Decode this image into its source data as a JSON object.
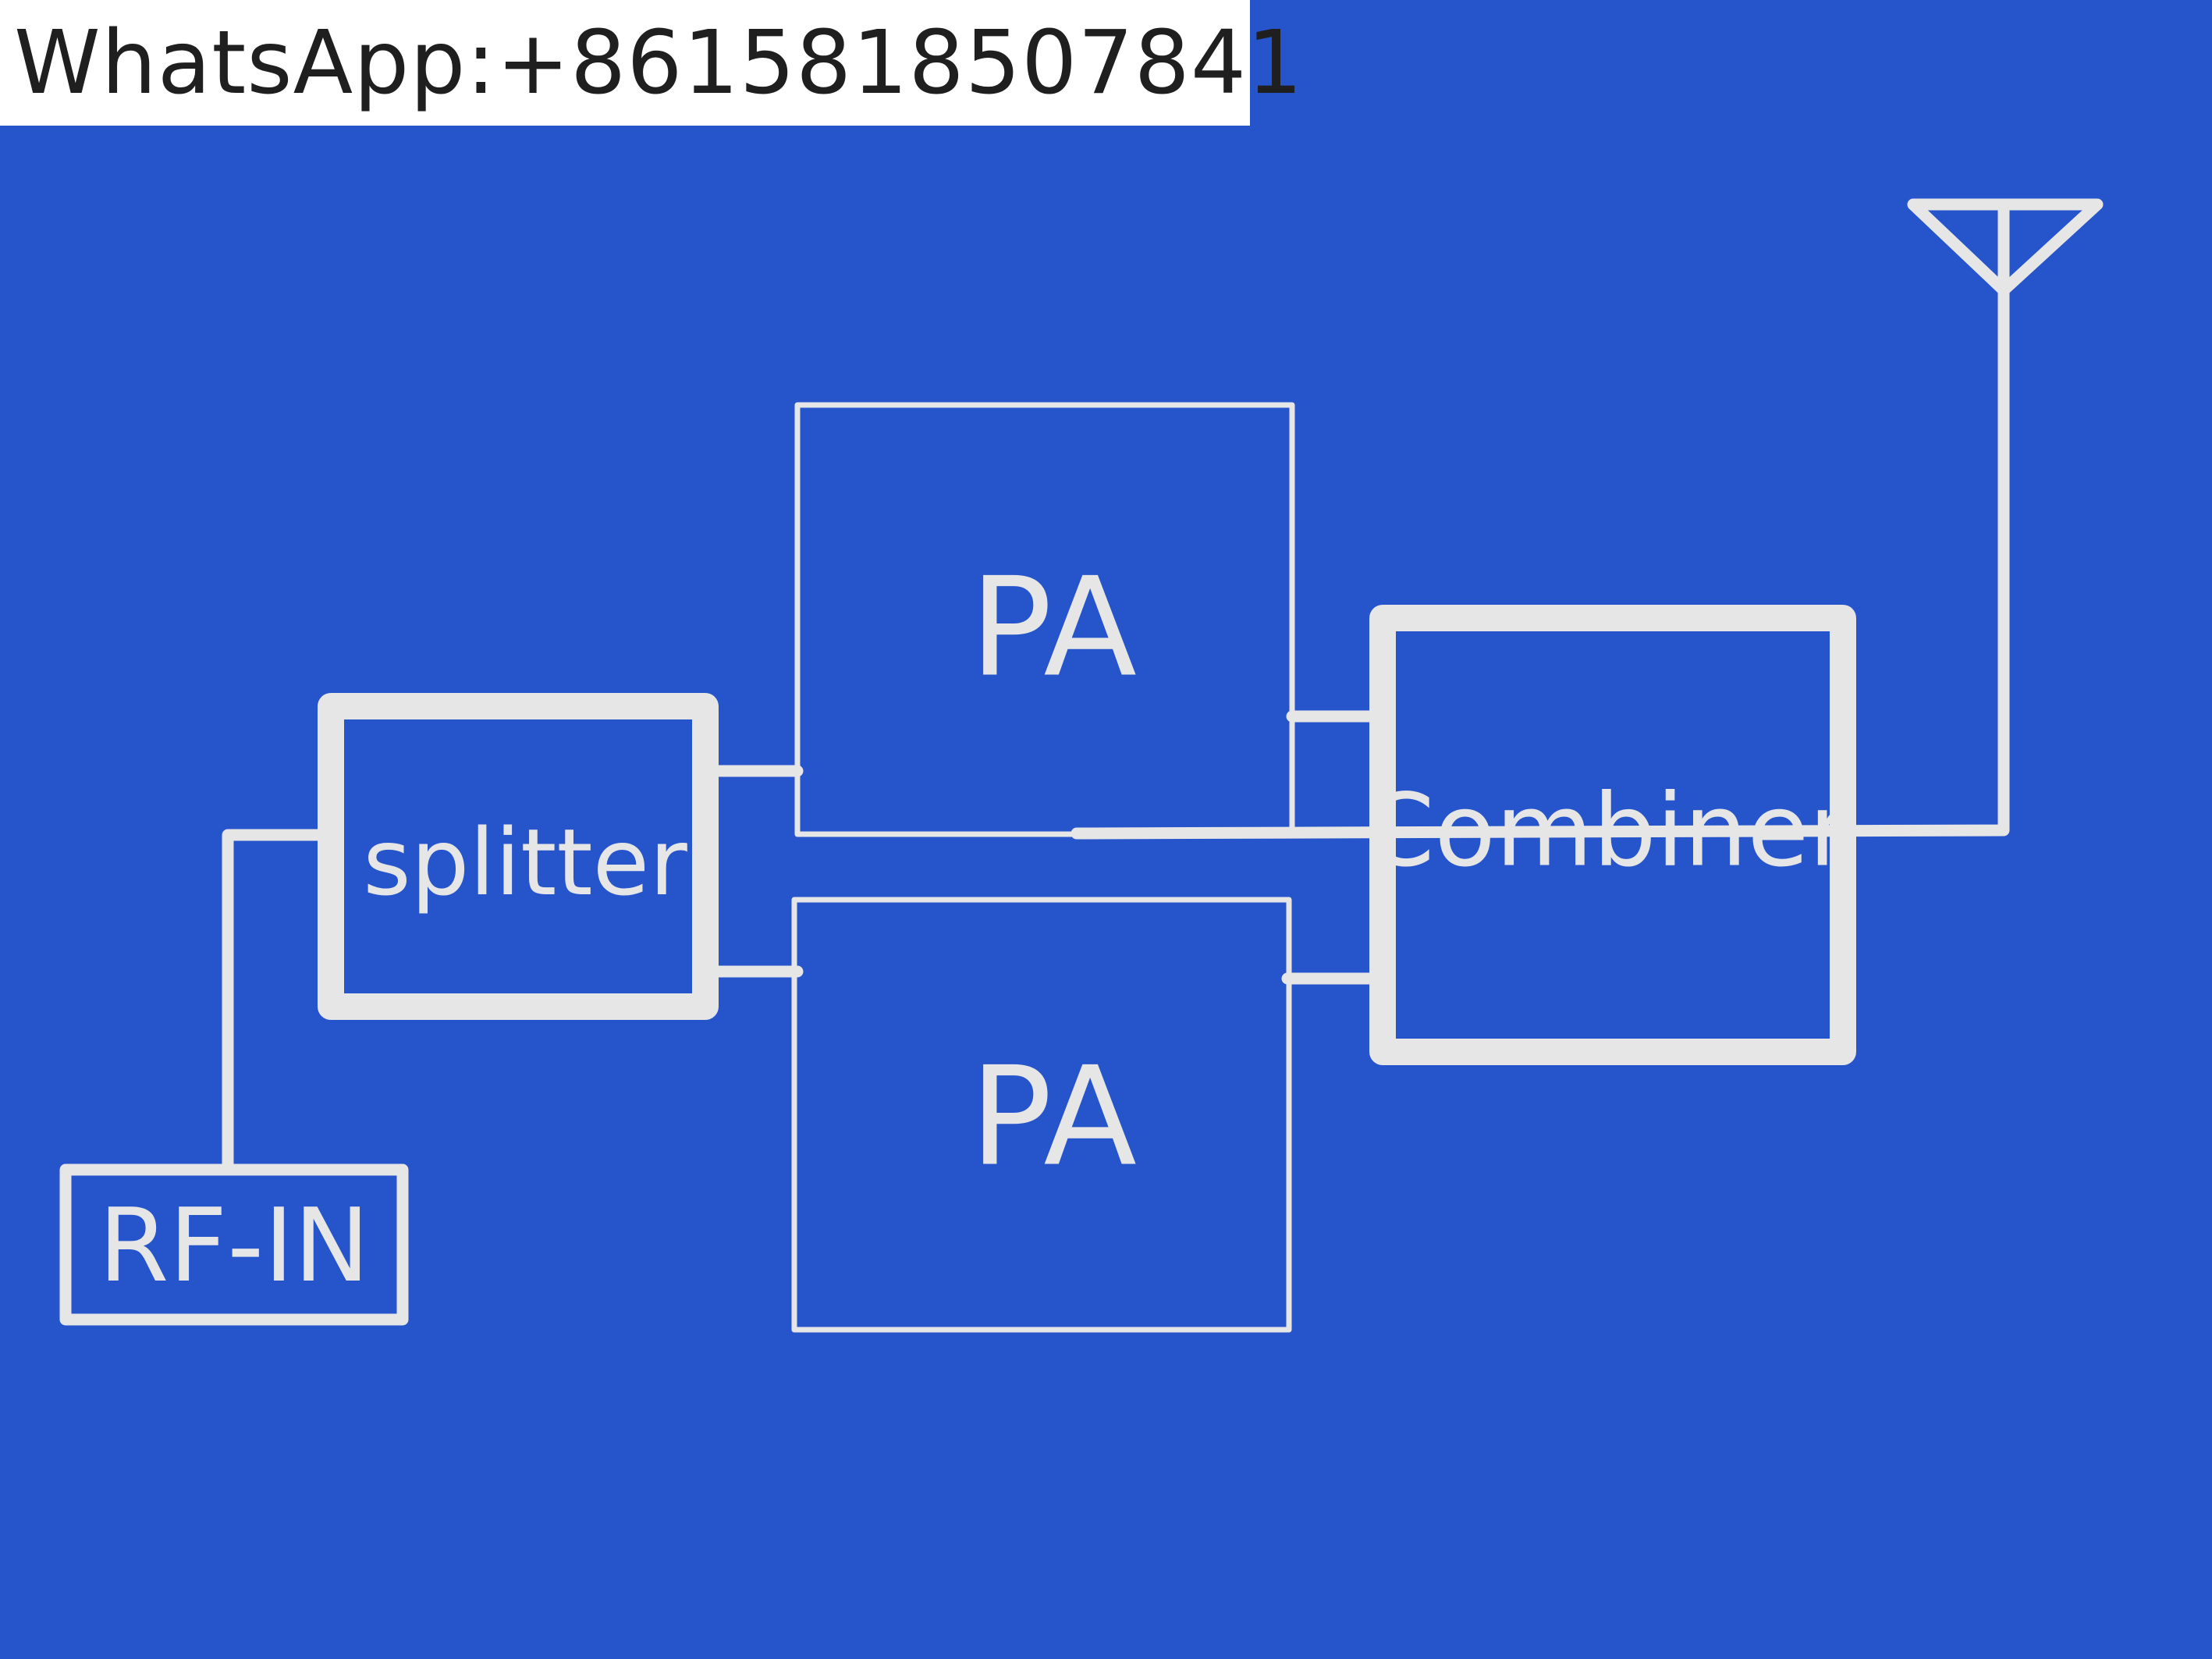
{
  "banner": {
    "text": "WhatsApp:+8615818507841"
  },
  "diagram": {
    "blocks": {
      "rf_in": "RF-IN",
      "splitter": "splitter",
      "pa_top": "PA",
      "pa_bottom": "PA",
      "combiner": "Combiner"
    }
  },
  "colors": {
    "background": "#2554cb",
    "line": "#e6e6e6",
    "banner_bg": "#ffffff",
    "banner_text": "#1f1f1f"
  },
  "icons": {
    "antenna": "antenna-icon"
  }
}
